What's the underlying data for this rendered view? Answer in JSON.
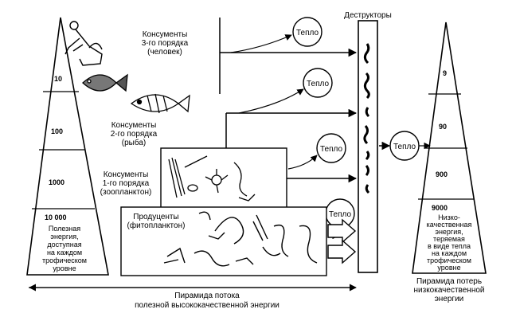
{
  "left_pyramid": {
    "tiers": [
      "10",
      "100",
      "1000",
      "10 000"
    ],
    "base_text": [
      "Полезная",
      "энергия,",
      "доступная",
      "на каждом",
      "трофическом",
      "уровне"
    ],
    "caption": [
      "Пирамида потока",
      "полезной высококачественной энергии"
    ]
  },
  "right_pyramid": {
    "tiers": [
      "9",
      "90",
      "900",
      "9000"
    ],
    "base_text": [
      "Низко-",
      "качественная",
      "энергия,",
      "теряемая",
      "в виде тепла",
      "на каждом",
      "трофическом",
      "уровне"
    ],
    "caption": [
      "Пирамида потерь",
      "низкокачественной",
      "энергии"
    ]
  },
  "levels": [
    {
      "lines": [
        "Консументы",
        "3-го порядка",
        "(человек)"
      ]
    },
    {
      "lines": [
        "Консументы",
        "2-го порядка",
        "(рыба)"
      ]
    },
    {
      "lines": [
        "Консументы",
        "1-го порядка",
        "(зоопланктон)"
      ]
    },
    {
      "lines": [
        "Продуценты",
        "(фитопланктон)"
      ]
    }
  ],
  "decomposers": "Деструкторы",
  "heat": "Тепло"
}
